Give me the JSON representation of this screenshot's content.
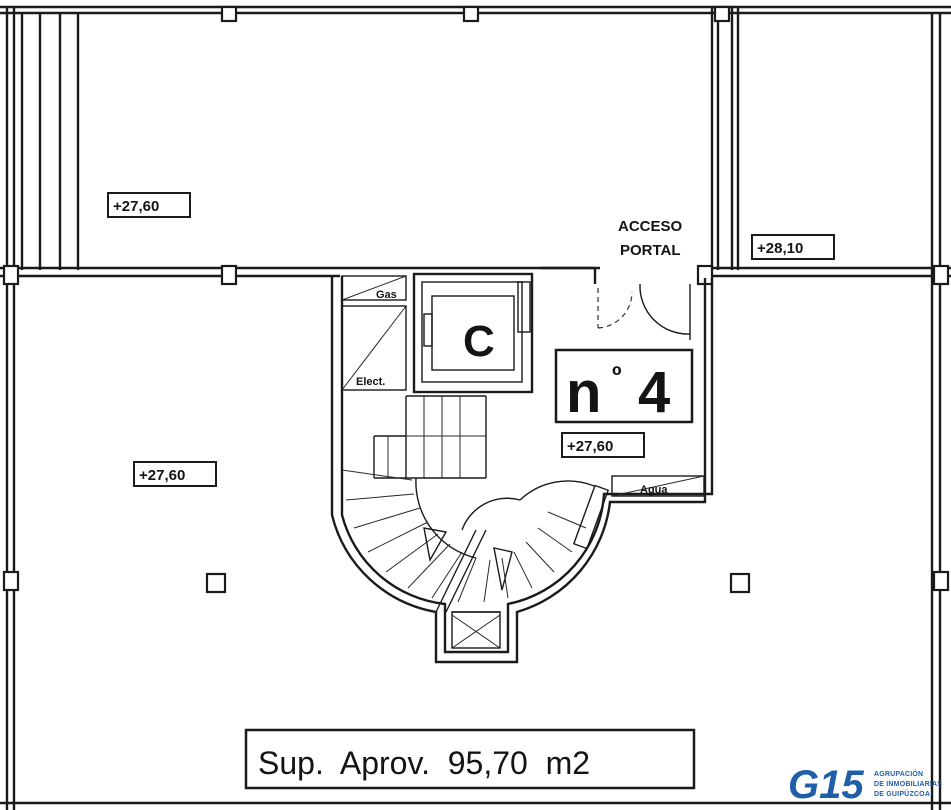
{
  "levels": {
    "upper_left": "+27,60",
    "upper_right": "+28,10",
    "lower_left": "+27,60",
    "portal": "+27,60"
  },
  "access": {
    "line1": "ACCESO",
    "line2": "PORTAL"
  },
  "rooms": {
    "gas": "Gas",
    "elect": "Elect.",
    "agua": "Agua",
    "lift": "C"
  },
  "unit_label": "nº4",
  "unit_number": {
    "prefix": "n",
    "ordinal": "º",
    "number": "4"
  },
  "surface": "Sup.  Aprov.  95,70  m2",
  "logo": {
    "mark": "G15",
    "line1": "AGRUPACIÓN",
    "line2": "DE INMOBILIARIAS",
    "line3": "DE GUIPÚZCOA",
    "color": "#1f5fa8"
  }
}
